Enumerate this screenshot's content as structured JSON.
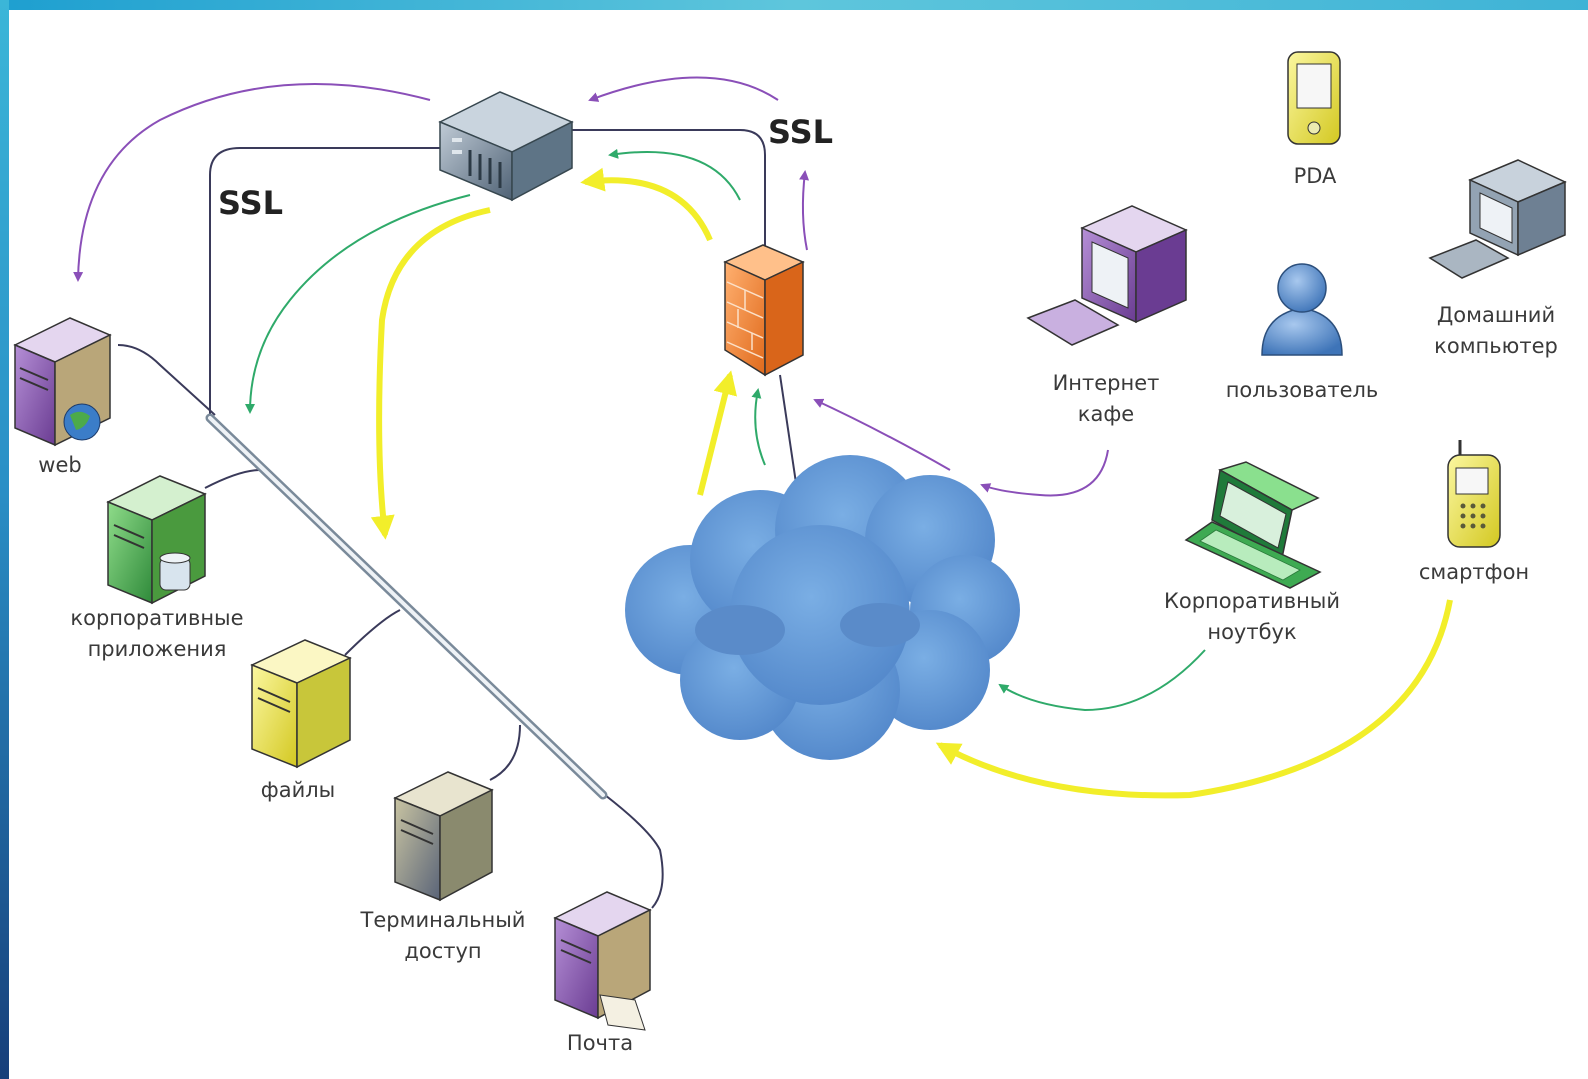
{
  "ssl_labels": [
    "SSL",
    "SSL"
  ],
  "servers": {
    "web": "web",
    "corporate_apps": [
      "корпоративные",
      "приложения"
    ],
    "files": "файлы",
    "terminal": [
      "Терминальный",
      "доступ"
    ],
    "mail": "Почта"
  },
  "clients": {
    "pda": "PDA",
    "home_pc": [
      "Домашний",
      "компьютер"
    ],
    "internet_cafe": [
      "Интернет",
      "кафе"
    ],
    "user": "пользователь",
    "laptop": [
      "Корпоративный",
      "ноутбук"
    ],
    "smartphone": "смартфон"
  },
  "colors": {
    "purple_arrow": "#8a4fb8",
    "green_arrow": "#2faa6a",
    "yellow_arrow": "#f2ee2a",
    "cloud": "#5f93d3",
    "firewall": "#f08a3c",
    "frame": "#2a8fc6"
  }
}
